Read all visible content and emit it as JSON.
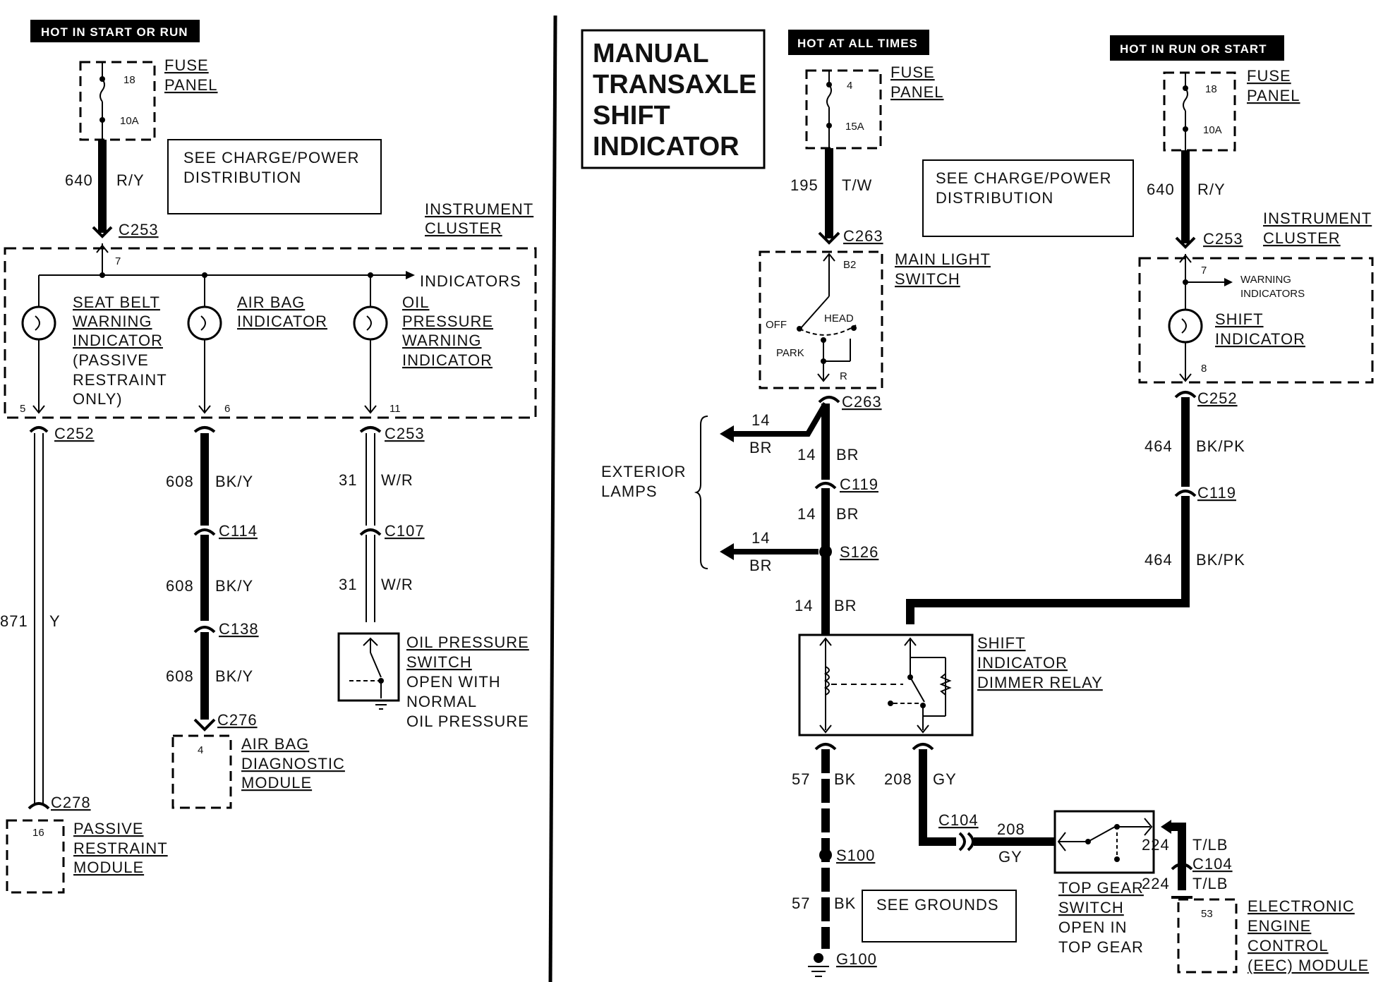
{
  "title": {
    "lines": [
      "MANUAL",
      "TRANSAXLE",
      "SHIFT",
      "INDICATOR"
    ]
  },
  "banners": {
    "left": "HOT IN START OR RUN",
    "middle": "HOT AT ALL TIMES",
    "right": "HOT IN  RUN  OR  START"
  },
  "fuses": {
    "left": {
      "number": "18",
      "rating": "10A",
      "label1": "FUSE",
      "label2": "PANEL"
    },
    "middle": {
      "number": "4",
      "rating": "15A",
      "label1": "FUSE",
      "label2": "PANEL"
    },
    "right": {
      "number": "18",
      "rating": "10A",
      "label1": "FUSE",
      "label2": "PANEL"
    }
  },
  "notes": {
    "charge_left_1": "SEE CHARGE/POWER",
    "charge_left_2": "DISTRIBUTION",
    "charge_right_1": "SEE CHARGE/POWER",
    "charge_right_2": "DISTRIBUTION",
    "grounds": "SEE GROUNDS"
  },
  "instrument_cluster": {
    "label1": "INSTRUMENT",
    "label2": "CLUSTER",
    "indicators": "INDICATORS",
    "warning_indicators_1": "WARNING",
    "warning_indicators_2": "INDICATORS",
    "seat_belt": [
      "SEAT BELT",
      "WARNING",
      "INDICATOR",
      "(PASSIVE",
      "RESTRAINT",
      "ONLY)"
    ],
    "air_bag": [
      "AIR BAG",
      "INDICATOR"
    ],
    "oil": [
      "OIL",
      "PRESSURE",
      "WARNING",
      "INDICATOR"
    ],
    "shift": [
      "SHIFT",
      "INDICATOR"
    ]
  },
  "connectors": {
    "c253": "C253",
    "c252": "C252",
    "c114": "C114",
    "c138": "C138",
    "c276": "C276",
    "c107": "C107",
    "c278": "C278",
    "c263": "C263",
    "c119": "C119",
    "s126": "S126",
    "c104": "C104",
    "s100": "S100",
    "g100": "G100"
  },
  "pins": {
    "p7": "7",
    "p5": "5",
    "p6": "6",
    "p11": "11",
    "p4": "4",
    "p16": "16",
    "p8": "8",
    "pb2": "B2",
    "pr": "R",
    "p53": "53"
  },
  "wires": {
    "w640": "640",
    "ry": "R/Y",
    "w608": "608",
    "bky": "BK/Y",
    "w31": "31",
    "wr": "W/R",
    "w871": "871",
    "y": "Y",
    "w195": "195",
    "tw": "T/W",
    "w14": "14",
    "br": "BR",
    "w464": "464",
    "bkpk": "BK/PK",
    "w57": "57",
    "bk": "BK",
    "w208": "208",
    "gy": "GY",
    "w224": "224",
    "tlb": "T/LB"
  },
  "components": {
    "oil_switch": [
      "OIL PRESSURE",
      "SWITCH",
      "OPEN WITH",
      "NORMAL",
      "OIL PRESSURE"
    ],
    "air_bag_module": [
      "AIR BAG",
      "DIAGNOSTIC",
      "MODULE"
    ],
    "passive_module": [
      "PASSIVE",
      "RESTRAINT",
      "MODULE"
    ],
    "main_light_switch": [
      "MAIN LIGHT",
      "SWITCH"
    ],
    "switch_positions": {
      "off": "OFF",
      "head": "HEAD",
      "park": "PARK"
    },
    "exterior_lamps": [
      "EXTERIOR",
      "LAMPS"
    ],
    "dimmer_relay": [
      "SHIFT",
      "INDICATOR",
      "DIMMER RELAY"
    ],
    "top_gear_switch": [
      "TOP GEAR",
      "SWITCH",
      "OPEN IN",
      "TOP GEAR"
    ],
    "eec_module": [
      "ELECTRONIC",
      "ENGINE",
      "CONTROL",
      "(EEC) MODULE"
    ]
  }
}
